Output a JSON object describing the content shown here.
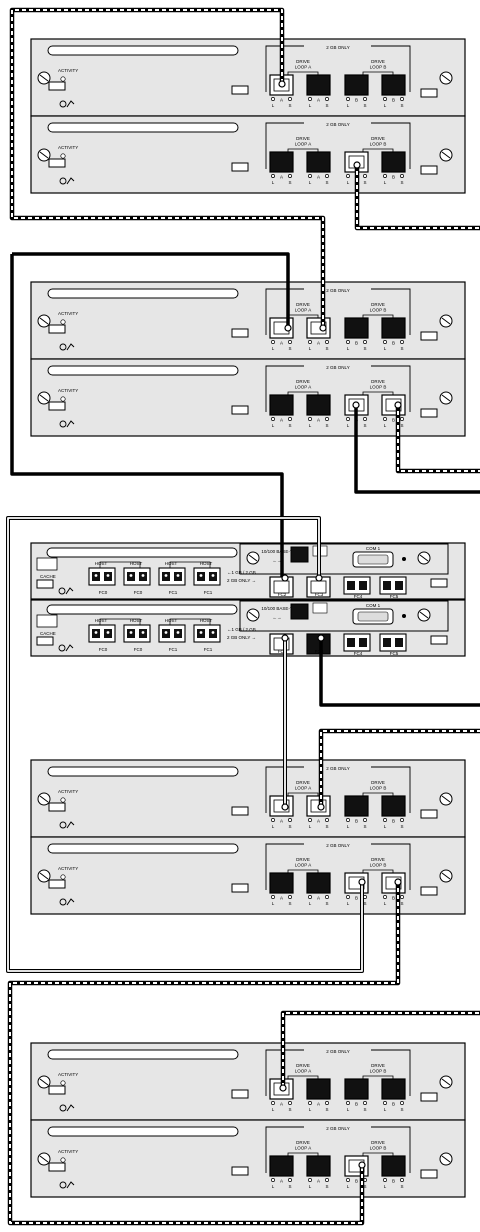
{
  "labels": {
    "gb_only": "2 GB ONLY",
    "drive_loop_a": "DRIVE LOOP A",
    "drive_loop_b": "DRIVE LOOP B",
    "activity": "ACTIVITY",
    "port_a": "A",
    "port_b": "B",
    "port_l": "L",
    "port_s": "S",
    "host": "HOST",
    "cache": "CACHE",
    "base_t": "10/100 BASE-T",
    "com1": "COM 1",
    "speed": "←1 GB / 2 GB",
    "speed2": "2 GB ONLY →",
    "fc0": "FC0",
    "fc1": "FC1",
    "fc2": "FC2",
    "fc3": "FC3",
    "fc4": "FC4",
    "fc5": "FC5"
  },
  "colors": {
    "panel": "#e6e6e6",
    "port_filled": "#111111",
    "cable": "#000000"
  }
}
